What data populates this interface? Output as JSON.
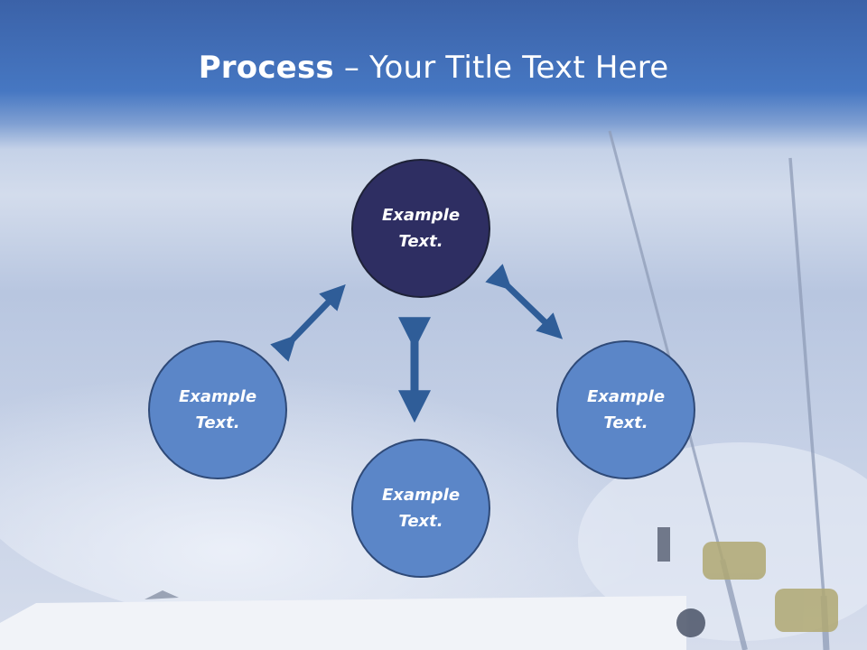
{
  "slide": {
    "title_bold": "Process",
    "title_rest": " – Your Title Text Here"
  },
  "diagram": {
    "nodes": [
      {
        "id": "top",
        "label": "Example\nText."
      },
      {
        "id": "left",
        "label": "Example\nText."
      },
      {
        "id": "right",
        "label": "Example\nText."
      },
      {
        "id": "bottom",
        "label": "Example\nText."
      }
    ],
    "colors": {
      "top_node": "#2e2e62",
      "other_nodes": "#5b86c8",
      "arrows": "#2f5d98",
      "header": "#3f6bb4"
    }
  }
}
